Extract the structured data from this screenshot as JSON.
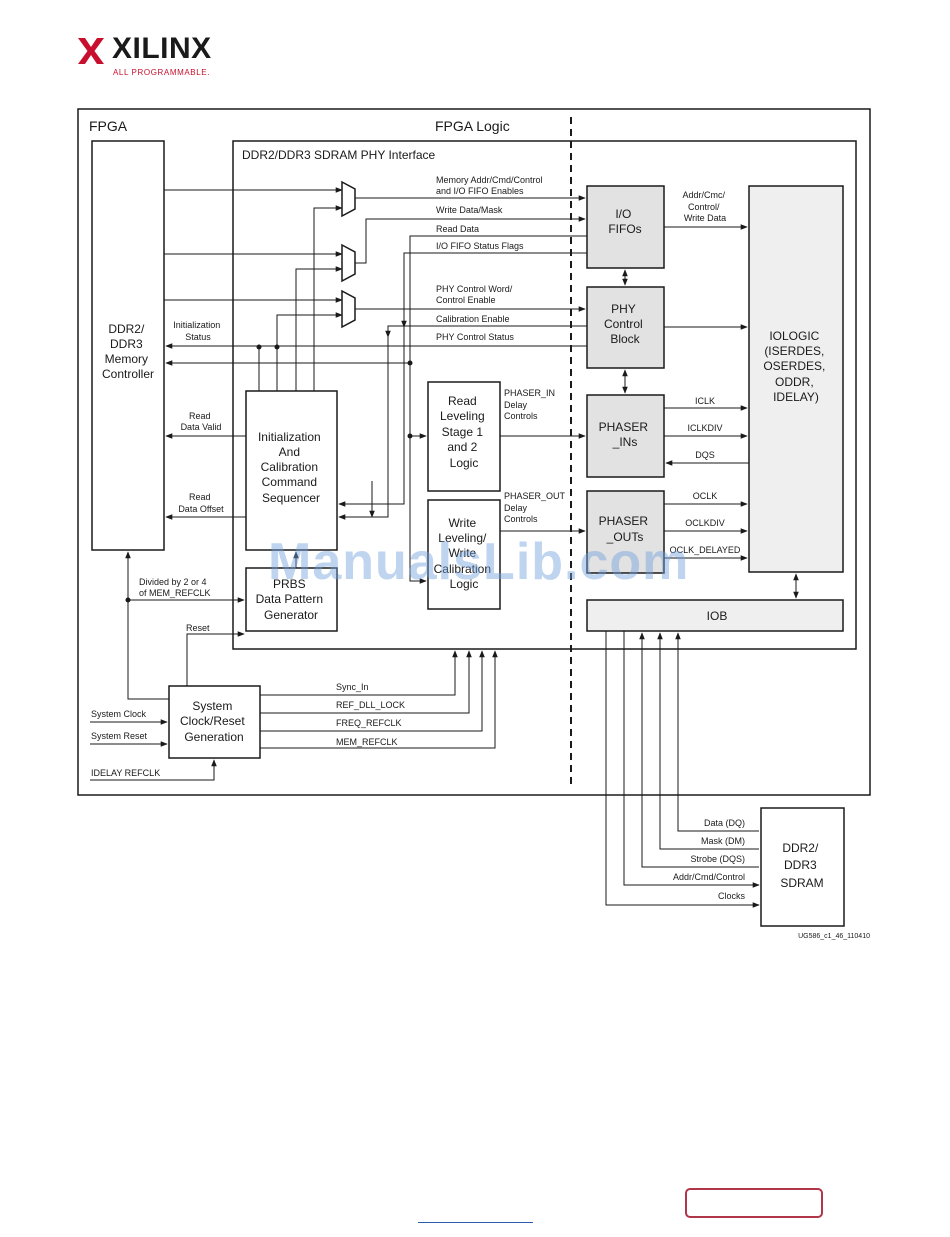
{
  "logo": {
    "name": "XILINX",
    "tagline": "ALL PROGRAMMABLE."
  },
  "watermark": "ManualsLib.com",
  "figure_id": "UG586_c1_46_110410",
  "regions": {
    "fpga": "FPGA",
    "fpga_logic": "FPGA Logic",
    "phy_interface": "DDR2/DDR3 SDRAM PHY Interface"
  },
  "blocks": {
    "mem_ctrl": [
      "DDR2/",
      "DDR3",
      "Memory",
      "Controller"
    ],
    "init_cal": [
      "Initialization",
      "And",
      "Calibration",
      "Command",
      "Sequencer"
    ],
    "prbs": [
      "PRBS",
      "Data Pattern",
      "Generator"
    ],
    "read_lvl": [
      "Read",
      "Leveling",
      "Stage 1",
      "and 2",
      "Logic"
    ],
    "write_lvl": [
      "Write",
      "Leveling/",
      "Write",
      "Calibration",
      "Logic"
    ],
    "io_fifos": [
      "I/O",
      "FIFOs"
    ],
    "phy_ctrl": [
      "PHY",
      "Control",
      "Block"
    ],
    "phaser_ins": [
      "PHASER",
      "_INs"
    ],
    "phaser_outs": [
      "PHASER",
      "_OUTs"
    ],
    "iologic": [
      "IOLOGIC",
      "(ISERDES,",
      "OSERDES,",
      "ODDR,",
      "IDELAY)"
    ],
    "iob": [
      "IOB"
    ],
    "sys_clk": [
      "System",
      "Clock/Reset",
      "Generation"
    ],
    "sdram": [
      "DDR2/",
      "DDR3",
      "SDRAM"
    ]
  },
  "signals": {
    "mem_addr": [
      "Memory Addr/Cmd/Control",
      "and I/O FIFO Enables"
    ],
    "write_data": [
      "Write Data/Mask"
    ],
    "read_data": [
      "Read Data"
    ],
    "fifo_status": [
      "I/O FIFO Status Flags"
    ],
    "phy_ctrl_word": [
      "PHY Control Word/",
      "Control Enable"
    ],
    "cal_enable": [
      "Calibration Enable"
    ],
    "phy_status": [
      "PHY Control Status"
    ],
    "init_status": [
      "Initialization",
      "Status"
    ],
    "read_valid": [
      "Read",
      "Data Valid"
    ],
    "read_offset": [
      "Read",
      "Data Offset"
    ],
    "phaser_in_ctrl": [
      "PHASER_IN",
      "Delay",
      "Controls"
    ],
    "phaser_out_ctrl": [
      "PHASER_OUT",
      "Delay",
      "Controls"
    ],
    "addr_cmc": [
      "Addr/Cmc/",
      "Control/",
      "Write Data"
    ],
    "iclk": [
      "ICLK"
    ],
    "iclkdiv": [
      "ICLKDIV"
    ],
    "dqs": [
      "DQS"
    ],
    "oclk": [
      "OCLK"
    ],
    "oclkdiv": [
      "OCLKDIV"
    ],
    "oclk_delayed": [
      "OCLK_DELAYED"
    ],
    "divided": [
      "Divided by 2 or 4",
      "of MEM_REFCLK"
    ],
    "reset": [
      "Reset"
    ],
    "sync_in": [
      "Sync_In"
    ],
    "ref_dll": [
      "REF_DLL_LOCK"
    ],
    "freq_refclk": [
      "FREQ_REFCLK"
    ],
    "mem_refclk": [
      "MEM_REFCLK"
    ],
    "system_clock": [
      "System Clock"
    ],
    "system_reset": [
      "System Reset"
    ],
    "idelay_refclk": [
      "IDELAY REFCLK"
    ],
    "data_dq": [
      "Data (DQ)"
    ],
    "mask_dm": [
      "Mask (DM)"
    ],
    "strobe_dqs": [
      "Strobe (DQS)"
    ],
    "addr_cmd_ctrl": [
      "Addr/Cmd/Control"
    ],
    "clocks": [
      "Clocks"
    ]
  }
}
